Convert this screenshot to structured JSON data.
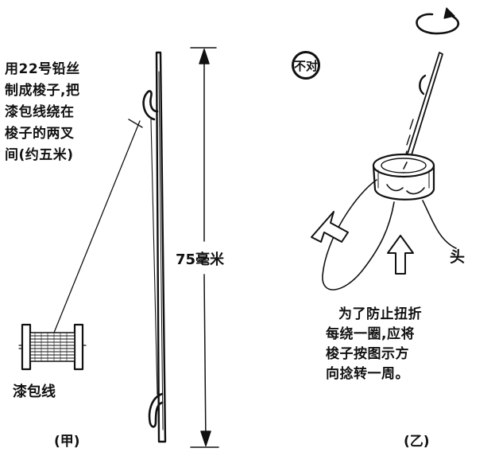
{
  "figure_a": {
    "instruction_lines": [
      "用22号铅丝",
      "制成梭子,把",
      "漆包线绕在",
      "梭子的两叉",
      "间(约五米)"
    ],
    "dimension_label": "75毫米",
    "spool_label": "漆包线",
    "caption": "(甲)"
  },
  "figure_b": {
    "badge_label": "不对",
    "head_label": "头",
    "instruction_lines": [
      "为了防止扭折",
      "每绕一圈,应将",
      "梭子按图示方",
      "向捻转一周。"
    ],
    "caption": "(乙)"
  },
  "colors": {
    "ink": "#111111",
    "paper": "#ffffff"
  }
}
